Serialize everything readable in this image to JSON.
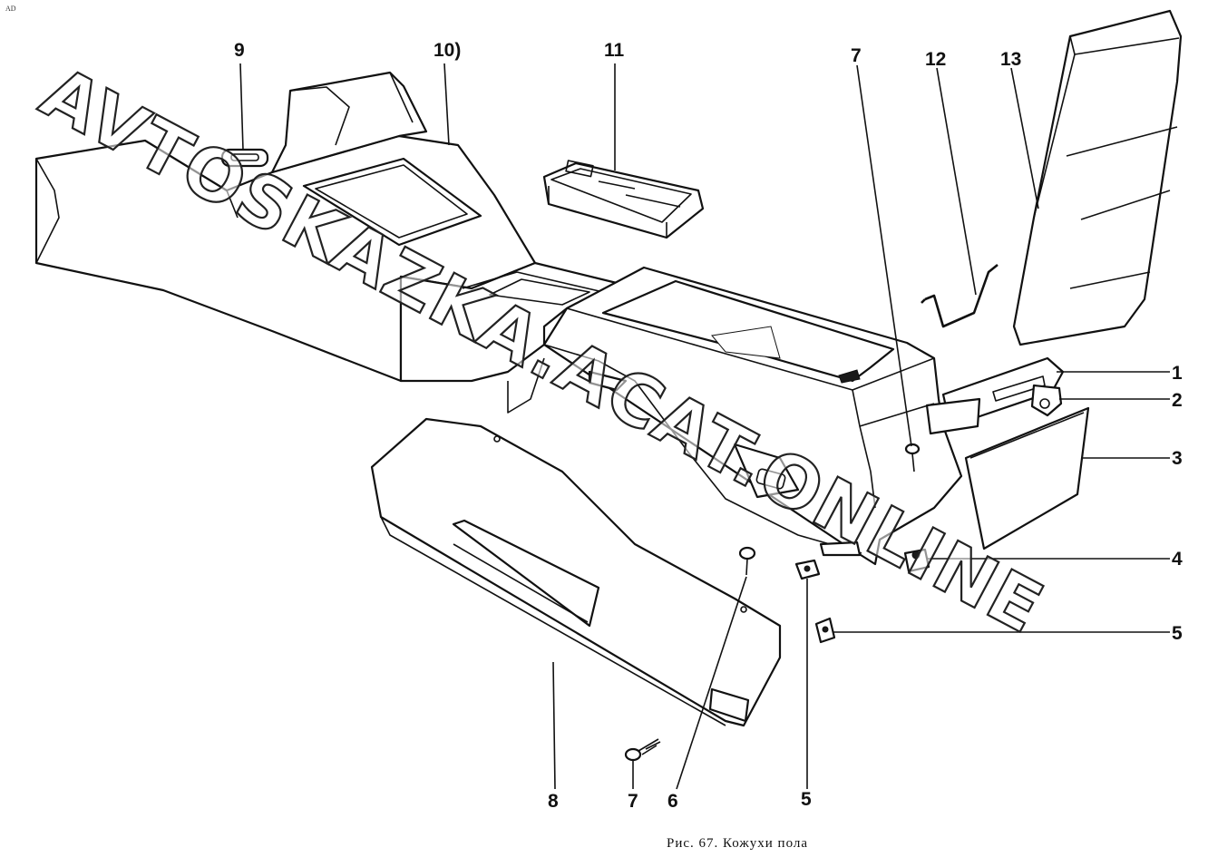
{
  "corner_mark": "AD",
  "watermark": "AVTOSKAZKA.ACAT.ONLINE",
  "caption": "Рис. 67. Кожухи пола",
  "callouts": {
    "c1": "1",
    "c2": "2",
    "c3": "3",
    "c4": "4",
    "c5a": "5",
    "c5b": "5",
    "c6": "6",
    "c7a": "7",
    "c7b": "7",
    "c8": "8",
    "c9": "9",
    "c10": "10)",
    "c11": "11",
    "c12": "12",
    "c13": "13"
  },
  "colors": {
    "line": "#111111",
    "background": "#ffffff"
  }
}
